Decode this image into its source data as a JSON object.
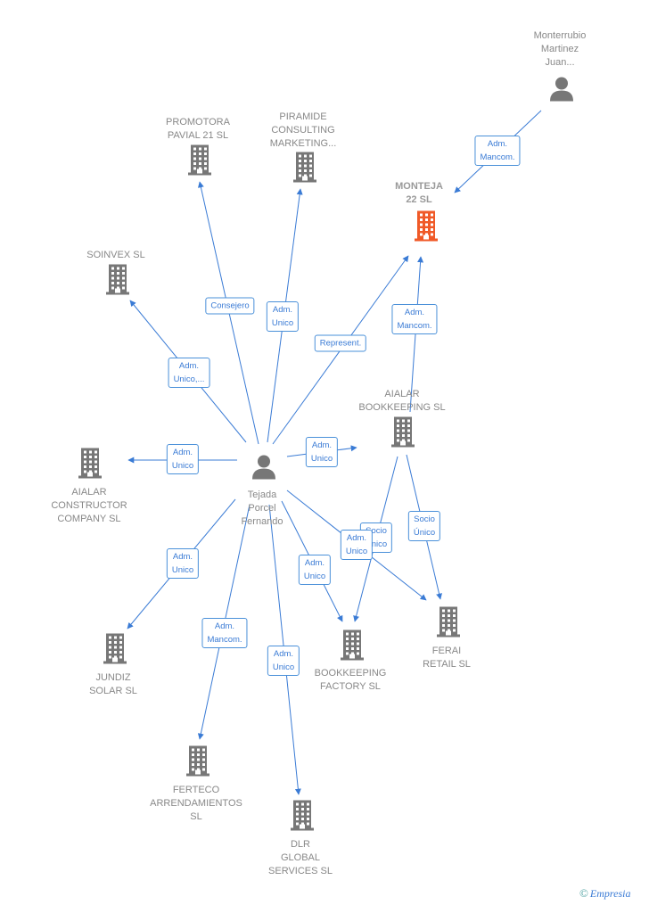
{
  "colors": {
    "edge": "#3a7bd5",
    "building": "#777777",
    "highlight": "#f05a28",
    "person": "#777777"
  },
  "nodes": [
    {
      "id": "monterrubio",
      "type": "person",
      "label": "Monterrubio\nMartinez\nJuan..."
    },
    {
      "id": "promotora",
      "type": "company",
      "label": "PROMOTORA\nPAVIAL 21  SL"
    },
    {
      "id": "piramide",
      "type": "company",
      "label": "PIRAMIDE\nCONSULTING\nMARKETING..."
    },
    {
      "id": "monteja",
      "type": "company",
      "label": "MONTEJA\n22  SL",
      "highlight": true
    },
    {
      "id": "soinvex",
      "type": "company",
      "label": "SOINVEX SL"
    },
    {
      "id": "aialar_bk",
      "type": "company",
      "label": "AIALAR\nBOOKKEEPING SL"
    },
    {
      "id": "aialar_cc",
      "type": "company",
      "label": "AIALAR\nCONSTRUCTOR\nCOMPANY  SL"
    },
    {
      "id": "tejada",
      "type": "person",
      "label": "Tejada\nPorcel\nFernando"
    },
    {
      "id": "jundiz",
      "type": "company",
      "label": "JUNDIZ\nSOLAR SL"
    },
    {
      "id": "ferai",
      "type": "company",
      "label": "FERAI\nRETAIL  SL"
    },
    {
      "id": "bk_factory",
      "type": "company",
      "label": "BOOKKEEPING\nFACTORY SL"
    },
    {
      "id": "ferteco",
      "type": "company",
      "label": "FERTECO\nARRENDAMIENTOS\nSL"
    },
    {
      "id": "dlr",
      "type": "company",
      "label": "DLR\nGLOBAL\nSERVICES  SL"
    }
  ],
  "edges": [
    {
      "from": "monterrubio",
      "to": "monteja",
      "label": "Adm.\nMancom."
    },
    {
      "from": "tejada",
      "to": "promotora",
      "label": "Consejero"
    },
    {
      "from": "tejada",
      "to": "piramide",
      "label": "Adm.\nUnico"
    },
    {
      "from": "tejada",
      "to": "monteja",
      "label": "Represent."
    },
    {
      "from": "tejada",
      "to": "soinvex",
      "label": "Adm.\nUnico,..."
    },
    {
      "from": "aialar_bk",
      "to": "monteja",
      "label": "Adm.\nMancom."
    },
    {
      "from": "tejada",
      "to": "aialar_bk",
      "label": "Adm.\nUnico"
    },
    {
      "from": "tejada",
      "to": "aialar_cc",
      "label": "Adm.\nUnico"
    },
    {
      "from": "aialar_bk",
      "to": "ferai",
      "label": "Socio\nÚnico"
    },
    {
      "from": "aialar_bk",
      "to": "bk_factory",
      "label": "Socio\nÚnico"
    },
    {
      "from": "tejada",
      "to": "ferai",
      "label": "Adm.\nUnico"
    },
    {
      "from": "tejada",
      "to": "jundiz",
      "label": "Adm.\nUnico"
    },
    {
      "from": "tejada",
      "to": "bk_factory",
      "label": "Adm.\nUnico"
    },
    {
      "from": "tejada",
      "to": "ferteco",
      "label": "Adm.\nMancom."
    },
    {
      "from": "tejada",
      "to": "dlr",
      "label": "Adm.\nUnico"
    }
  ],
  "brand": {
    "symbol": "©",
    "name": "Empresia"
  }
}
